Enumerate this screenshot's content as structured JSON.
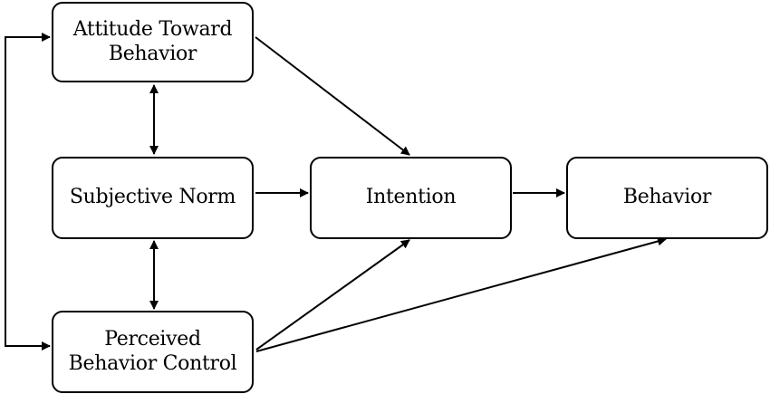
{
  "nodes": {
    "attitude": {
      "line1": "Attitude Toward",
      "line2": "Behavior"
    },
    "subjective_norm": {
      "label": "Subjective Norm"
    },
    "perceived_control": {
      "line1": "Perceived",
      "line2": "Behavior Control"
    },
    "intention": {
      "label": "Intention"
    },
    "behavior": {
      "label": "Behavior"
    }
  },
  "edges": [
    {
      "from": "attitude",
      "to": "intention",
      "direction": "one-way"
    },
    {
      "from": "subjective_norm",
      "to": "intention",
      "direction": "one-way"
    },
    {
      "from": "perceived_control",
      "to": "intention",
      "direction": "one-way"
    },
    {
      "from": "perceived_control",
      "to": "behavior",
      "direction": "one-way"
    },
    {
      "from": "intention",
      "to": "behavior",
      "direction": "one-way"
    },
    {
      "from": "attitude",
      "to": "subjective_norm",
      "direction": "two-way"
    },
    {
      "from": "subjective_norm",
      "to": "perceived_control",
      "direction": "two-way"
    },
    {
      "from": "attitude",
      "to": "perceived_control",
      "direction": "two-way"
    }
  ],
  "colors": {
    "stroke": "#000000",
    "background": "#ffffff"
  }
}
